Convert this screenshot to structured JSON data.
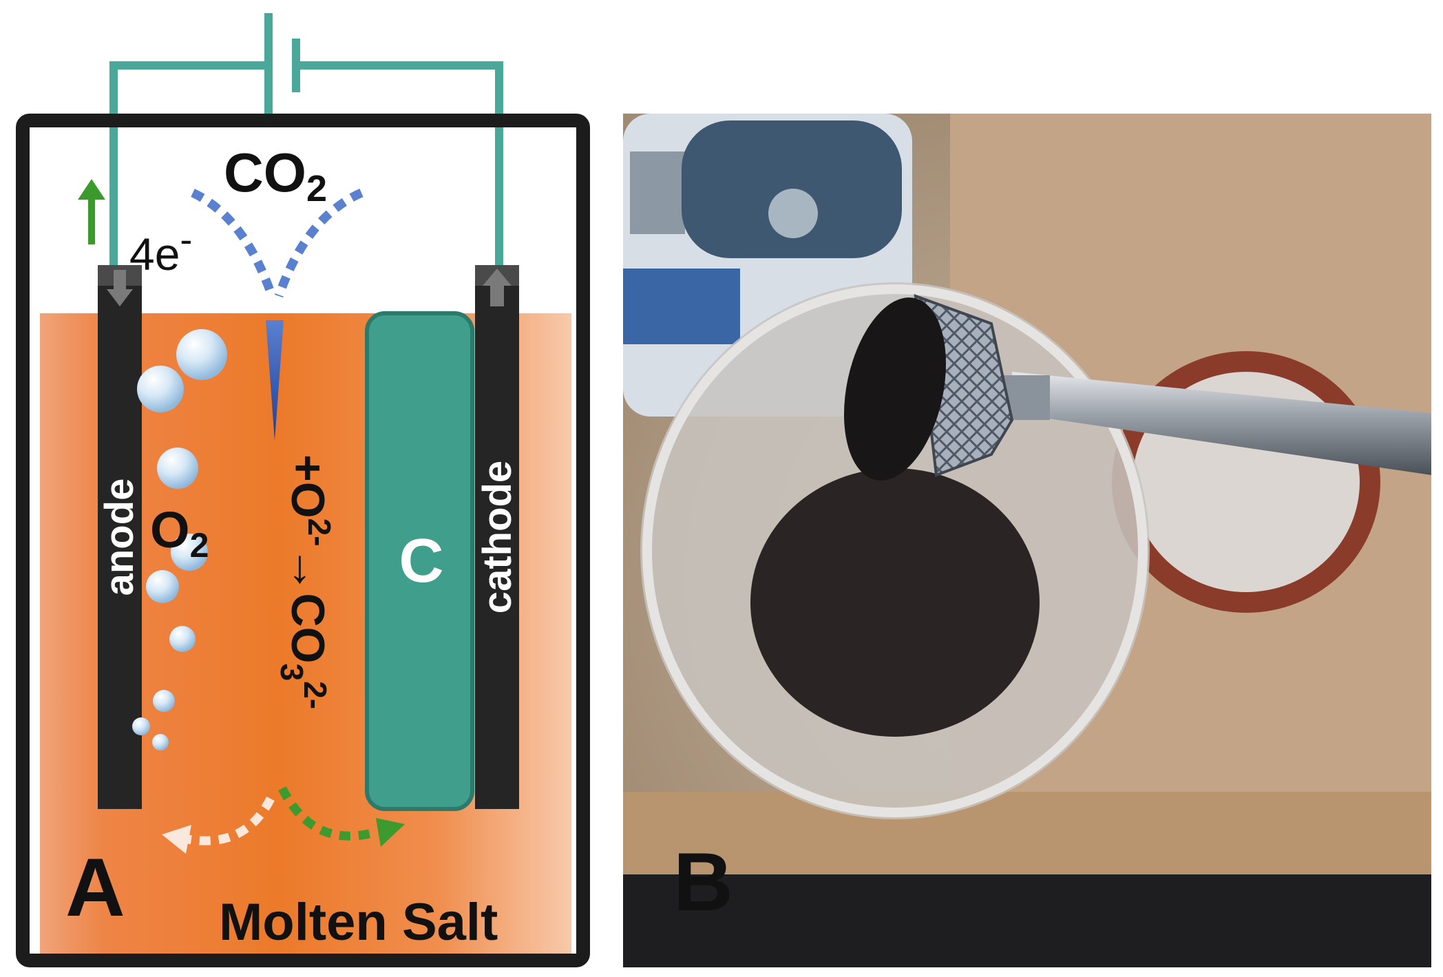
{
  "panel_a": {
    "letter": "A",
    "gas_label": "CO",
    "gas_label_sub": "2",
    "electrons_label": "4e",
    "electrons_sup": "-",
    "anode_label": "anode",
    "cathode_label": "cathode",
    "oxygen_label": "O",
    "oxygen_sub": "2",
    "reaction_plus": "+",
    "reaction_oxide": "O",
    "reaction_oxide_charge": "2-",
    "reaction_arrow": "→",
    "reaction_product": "CO",
    "reaction_product_sub": "3",
    "reaction_product_charge": "2-",
    "carbon_label": "C",
    "electrolyte_label": "Molten Salt",
    "colors": {
      "wire": "#4aa89a",
      "electrolyte": "#ee7f2f",
      "carbon": "#3f9e8c",
      "electrode": "#252525",
      "co2_path": "#5a80d0",
      "product_path": "#3c9a2e"
    }
  },
  "panel_b": {
    "letter": "B",
    "image": "photo-of-carbon-powder-on-sample-holder-over-glass-jar"
  }
}
